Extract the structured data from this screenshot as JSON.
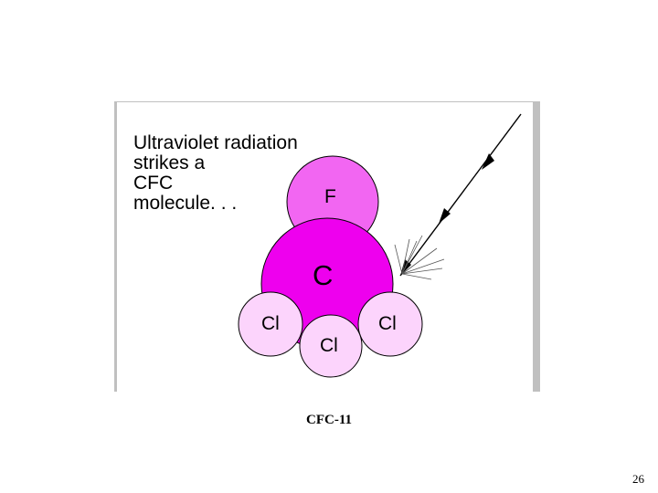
{
  "caption": "Ultraviolet radiation\nstrikes a\nCFC\nmolecule. . .",
  "atoms": {
    "fluorine": "F",
    "carbon": "C",
    "chlorine_left": "Cl",
    "chlorine_middle": "Cl",
    "chlorine_right": "Cl"
  },
  "colors": {
    "carbon": "#ee00ee",
    "fluorine": "#f266f2",
    "chlorine": "#fcd4fc",
    "outline": "#000000",
    "frame": "#c0c0c0"
  },
  "icons": [
    "uv-ray-arrow-icon"
  ],
  "slide_caption": "CFC-11",
  "page_number": "26"
}
